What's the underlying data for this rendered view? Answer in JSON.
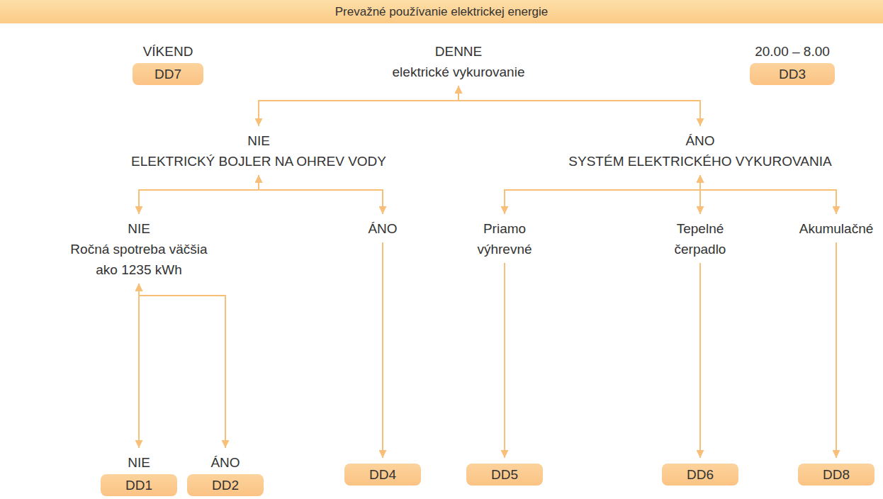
{
  "diagram": {
    "title": "Prevažné používanie elektrickej energie",
    "nodes": [
      {
        "text": [
          "VÍKEND",
          "DD7"
        ]
      },
      {
        "text": [
          "DENNE",
          "elektrické vykurovanie"
        ]
      },
      {
        "text": [
          "20.00 – 8.00",
          "DD3"
        ]
      },
      {
        "text": [
          "NIE",
          "ELEKTRICKÝ BOJLER NA OHREV VODY"
        ]
      },
      {
        "text": [
          "ÁNO",
          "SYSTÉM ELEKTRICKÉHO VYKUROVANIA"
        ]
      },
      {
        "text": [
          "NIE",
          "Ročná spotreba väčšia ako 1235 kWh"
        ]
      },
      {
        "text": [
          "ÁNO"
        ]
      },
      {
        "text": [
          "Priamo výhrevné"
        ]
      },
      {
        "text": [
          "Tepelné čerpadlo"
        ]
      },
      {
        "text": [
          "Akumulačné"
        ]
      },
      {
        "text": [
          "NIE",
          "DD1"
        ]
      },
      {
        "text": [
          "ÁNO",
          "DD2"
        ]
      },
      {
        "text": [
          "DD4"
        ]
      },
      {
        "text": [
          "DD5"
        ]
      },
      {
        "text": [
          "DD6"
        ]
      },
      {
        "text": [
          "DD8"
        ]
      }
    ],
    "edges": [
      {
        "from": 1,
        "to": 3,
        "arrow": "both"
      },
      {
        "from": 1,
        "to": 4,
        "arrow": "both"
      },
      {
        "from": 3,
        "to": 5,
        "arrow": "both"
      },
      {
        "from": 3,
        "to": 6,
        "arrow": "both"
      },
      {
        "from": 4,
        "to": 7,
        "arrow": "both"
      },
      {
        "from": 4,
        "to": 8,
        "arrow": "both"
      },
      {
        "from": 4,
        "to": 9,
        "arrow": "both"
      },
      {
        "from": 5,
        "to": 10,
        "arrow": "both"
      },
      {
        "from": 5,
        "to": 11,
        "arrow": "both"
      },
      {
        "from": 6,
        "to": 12,
        "arrow": "to"
      },
      {
        "from": 7,
        "to": 13,
        "arrow": "to"
      },
      {
        "from": 8,
        "to": 14,
        "arrow": "to"
      },
      {
        "from": 9,
        "to": 15,
        "arrow": "to"
      }
    ]
  }
}
